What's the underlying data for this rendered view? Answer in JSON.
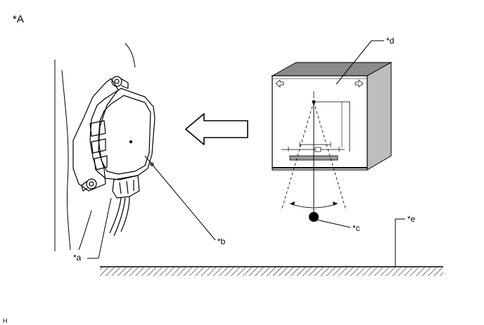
{
  "figure_label": "*A",
  "callouts": {
    "a": "*a",
    "b": "*b",
    "c": "*c",
    "d": "*d",
    "e": "*e"
  },
  "corner_code": "H",
  "icons": {
    "transfer_arrow": "left-arrow-icon",
    "sensor": "sensor-housing-icon",
    "gauge_box": "tilt-gauge-icon",
    "ground": "ground-hatch-icon"
  },
  "colors": {
    "line": "#000000",
    "gauge_side": "#bdbdbd",
    "gauge_top": "#8a8a8a",
    "background": "#ffffff"
  }
}
